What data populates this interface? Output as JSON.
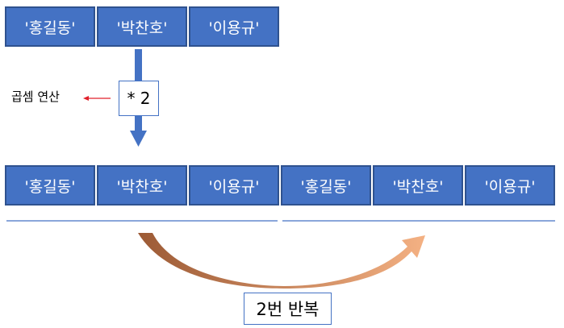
{
  "top_row": [
    "'홍길동'",
    "'박찬호'",
    "'이용규'"
  ],
  "operator": "* 2",
  "operator_label": "곱셈 연산",
  "bottom_row": [
    "'홍길동'",
    "'박찬호'",
    "'이용규'",
    "'홍길동'",
    "'박찬호'",
    "'이용규'"
  ],
  "repeat_label": "2번 반복",
  "colors": {
    "cell_fill": "#4472c4",
    "cell_border": "#2f528f",
    "arrow_blue": "#4472c4",
    "small_arrow_red": "#e0202b",
    "curve_start": "#9c5a35",
    "curve_end": "#f4b183"
  }
}
